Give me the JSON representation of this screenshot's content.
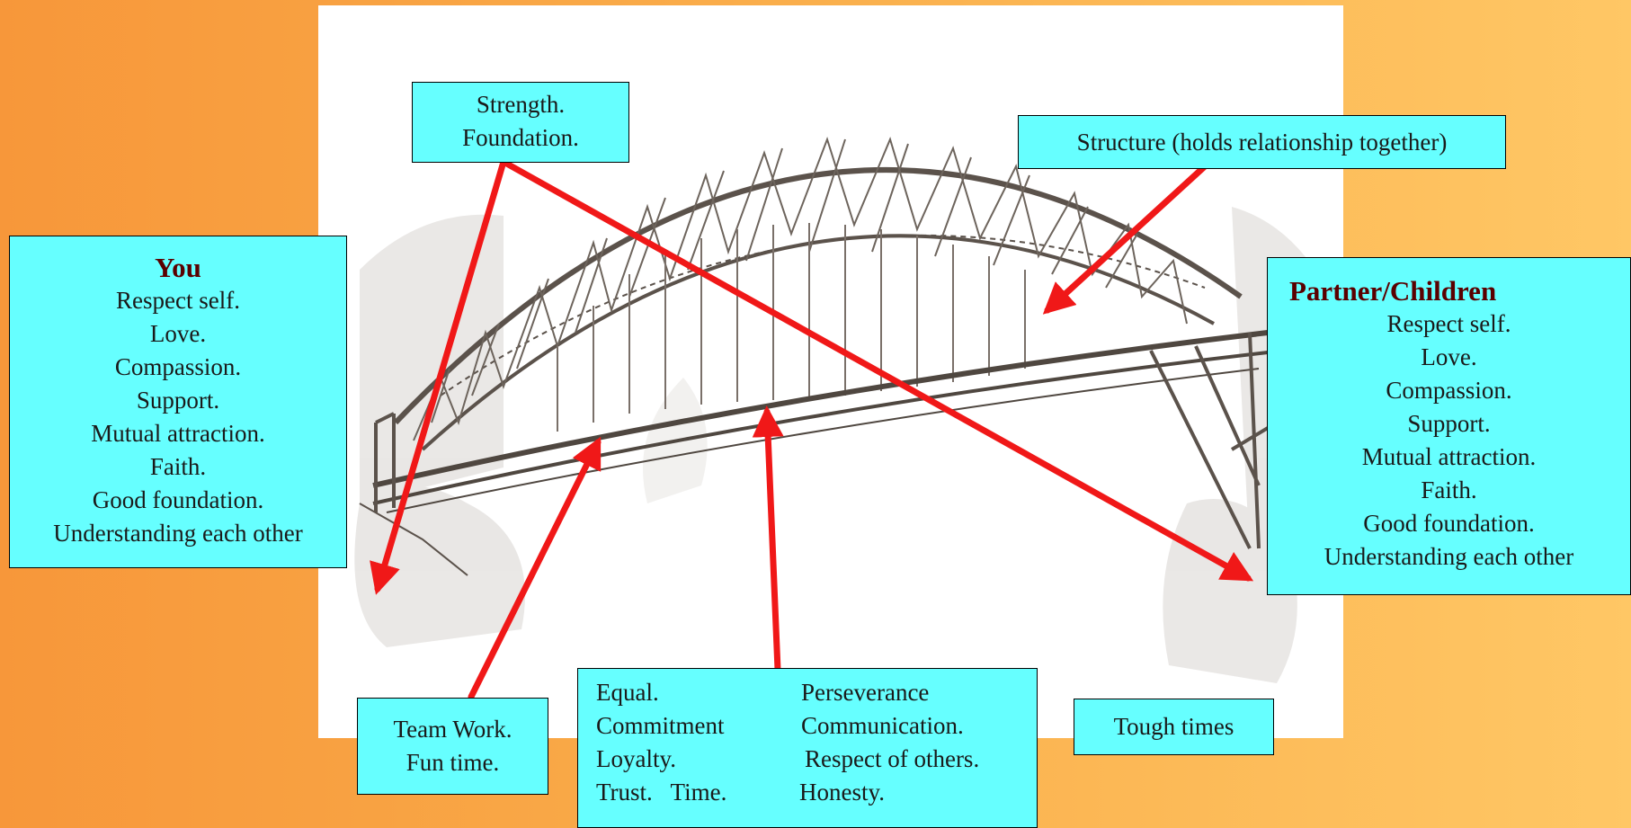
{
  "colors": {
    "background_left": "#F7973A",
    "background_right": "#FFC765",
    "box_fill": "#66FFFF",
    "arrow": "#F01818",
    "title_text": "#5a0000"
  },
  "boxes": {
    "strength": {
      "line1": "Strength.",
      "line2": "Foundation."
    },
    "structure": {
      "text": "Structure (holds relationship together)"
    },
    "you": {
      "title": "You",
      "items": [
        "Respect self.",
        "Love.",
        "Compassion.",
        "Support.",
        "Mutual attraction.",
        "Faith.",
        "Good foundation.",
        "Understanding each other"
      ]
    },
    "partner": {
      "title": "Partner/Children",
      "items": [
        "Respect self.",
        "Love.",
        "Compassion.",
        "Support.",
        "Mutual attraction.",
        "Faith.",
        "Good foundation.",
        "Understanding each other"
      ]
    },
    "teamwork": {
      "line1": "Team Work.",
      "line2": "Fun time."
    },
    "values": {
      "rows": [
        [
          "Equal.",
          "Perseverance"
        ],
        [
          "Commitment",
          "Communication."
        ],
        [
          "Loyalty.",
          "Respect of others."
        ],
        [
          "Trust.   Time.",
          "Honesty."
        ]
      ]
    },
    "tough": {
      "text": "Tough times"
    }
  }
}
